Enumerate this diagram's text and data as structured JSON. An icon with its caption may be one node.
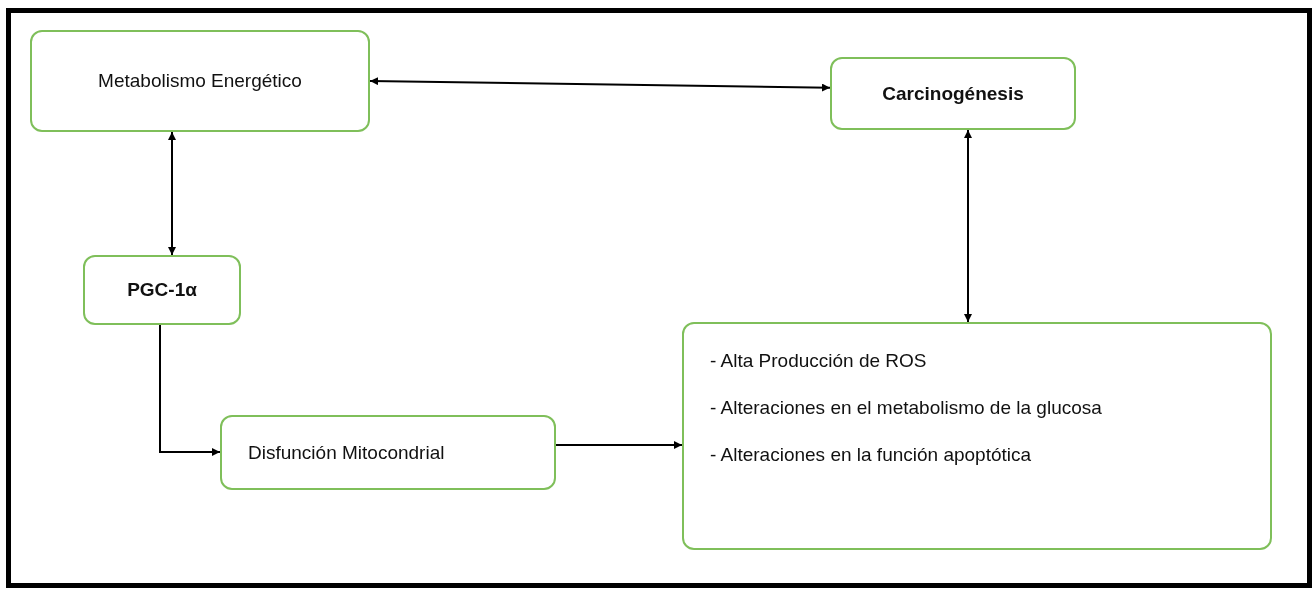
{
  "diagram": {
    "nodes": [
      {
        "text": [
          "Metabolismo Energético"
        ]
      },
      {
        "text": [
          "Carcinogénesis"
        ]
      },
      {
        "text": [
          "PGC-1α"
        ]
      },
      {
        "text": [
          "Disfunción Mitocondrial"
        ]
      },
      {
        "text": [
          "- Alta Producción de ROS",
          "- Alteraciones en el metabolismo de la glucosa",
          "- Alteraciones en la función apoptótica"
        ]
      }
    ],
    "edges": [
      {
        "from": 0,
        "to": 1,
        "arrow": "both"
      },
      {
        "from": 0,
        "to": 2,
        "arrow": "both"
      },
      {
        "from": 1,
        "to": 4,
        "arrow": "both"
      },
      {
        "from": 2,
        "to": 3,
        "arrow": "to"
      },
      {
        "from": 3,
        "to": 4,
        "arrow": "to"
      }
    ]
  }
}
